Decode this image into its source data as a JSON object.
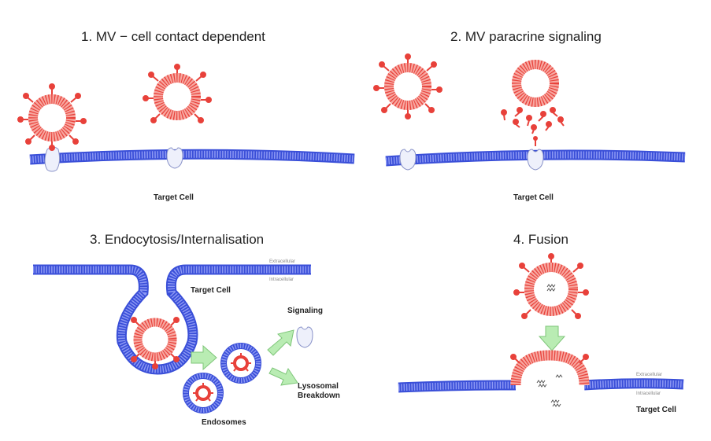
{
  "panels": [
    {
      "title": "1. MV − cell contact dependent",
      "label": "Target Cell"
    },
    {
      "title": "2. MV paracrine signaling",
      "label": "Target Cell"
    },
    {
      "title": "3. Endocytosis/Internalisation",
      "label": "Target Cell",
      "extracellular": "Extracellular",
      "intracellular": "Intracellular",
      "signaling": "Signaling",
      "lysosomal_line1": "Lysosomal",
      "lysosomal_line2": "Breakdown",
      "endosomes": "Endosomes"
    },
    {
      "title": "4. Fusion",
      "label": "Target Cell",
      "extracellular": "Extracellular",
      "intracellular": "Intracellular"
    }
  ],
  "colors": {
    "membrane": "#6f7ef0",
    "membrane_dark": "#3a4fd8",
    "vesicle": "#f0554a",
    "vesicle_light": "#f7b5ae",
    "arrow": "#b9ecb3",
    "arrow_border": "#7fc67a",
    "receptor": "#d7dcf5"
  }
}
